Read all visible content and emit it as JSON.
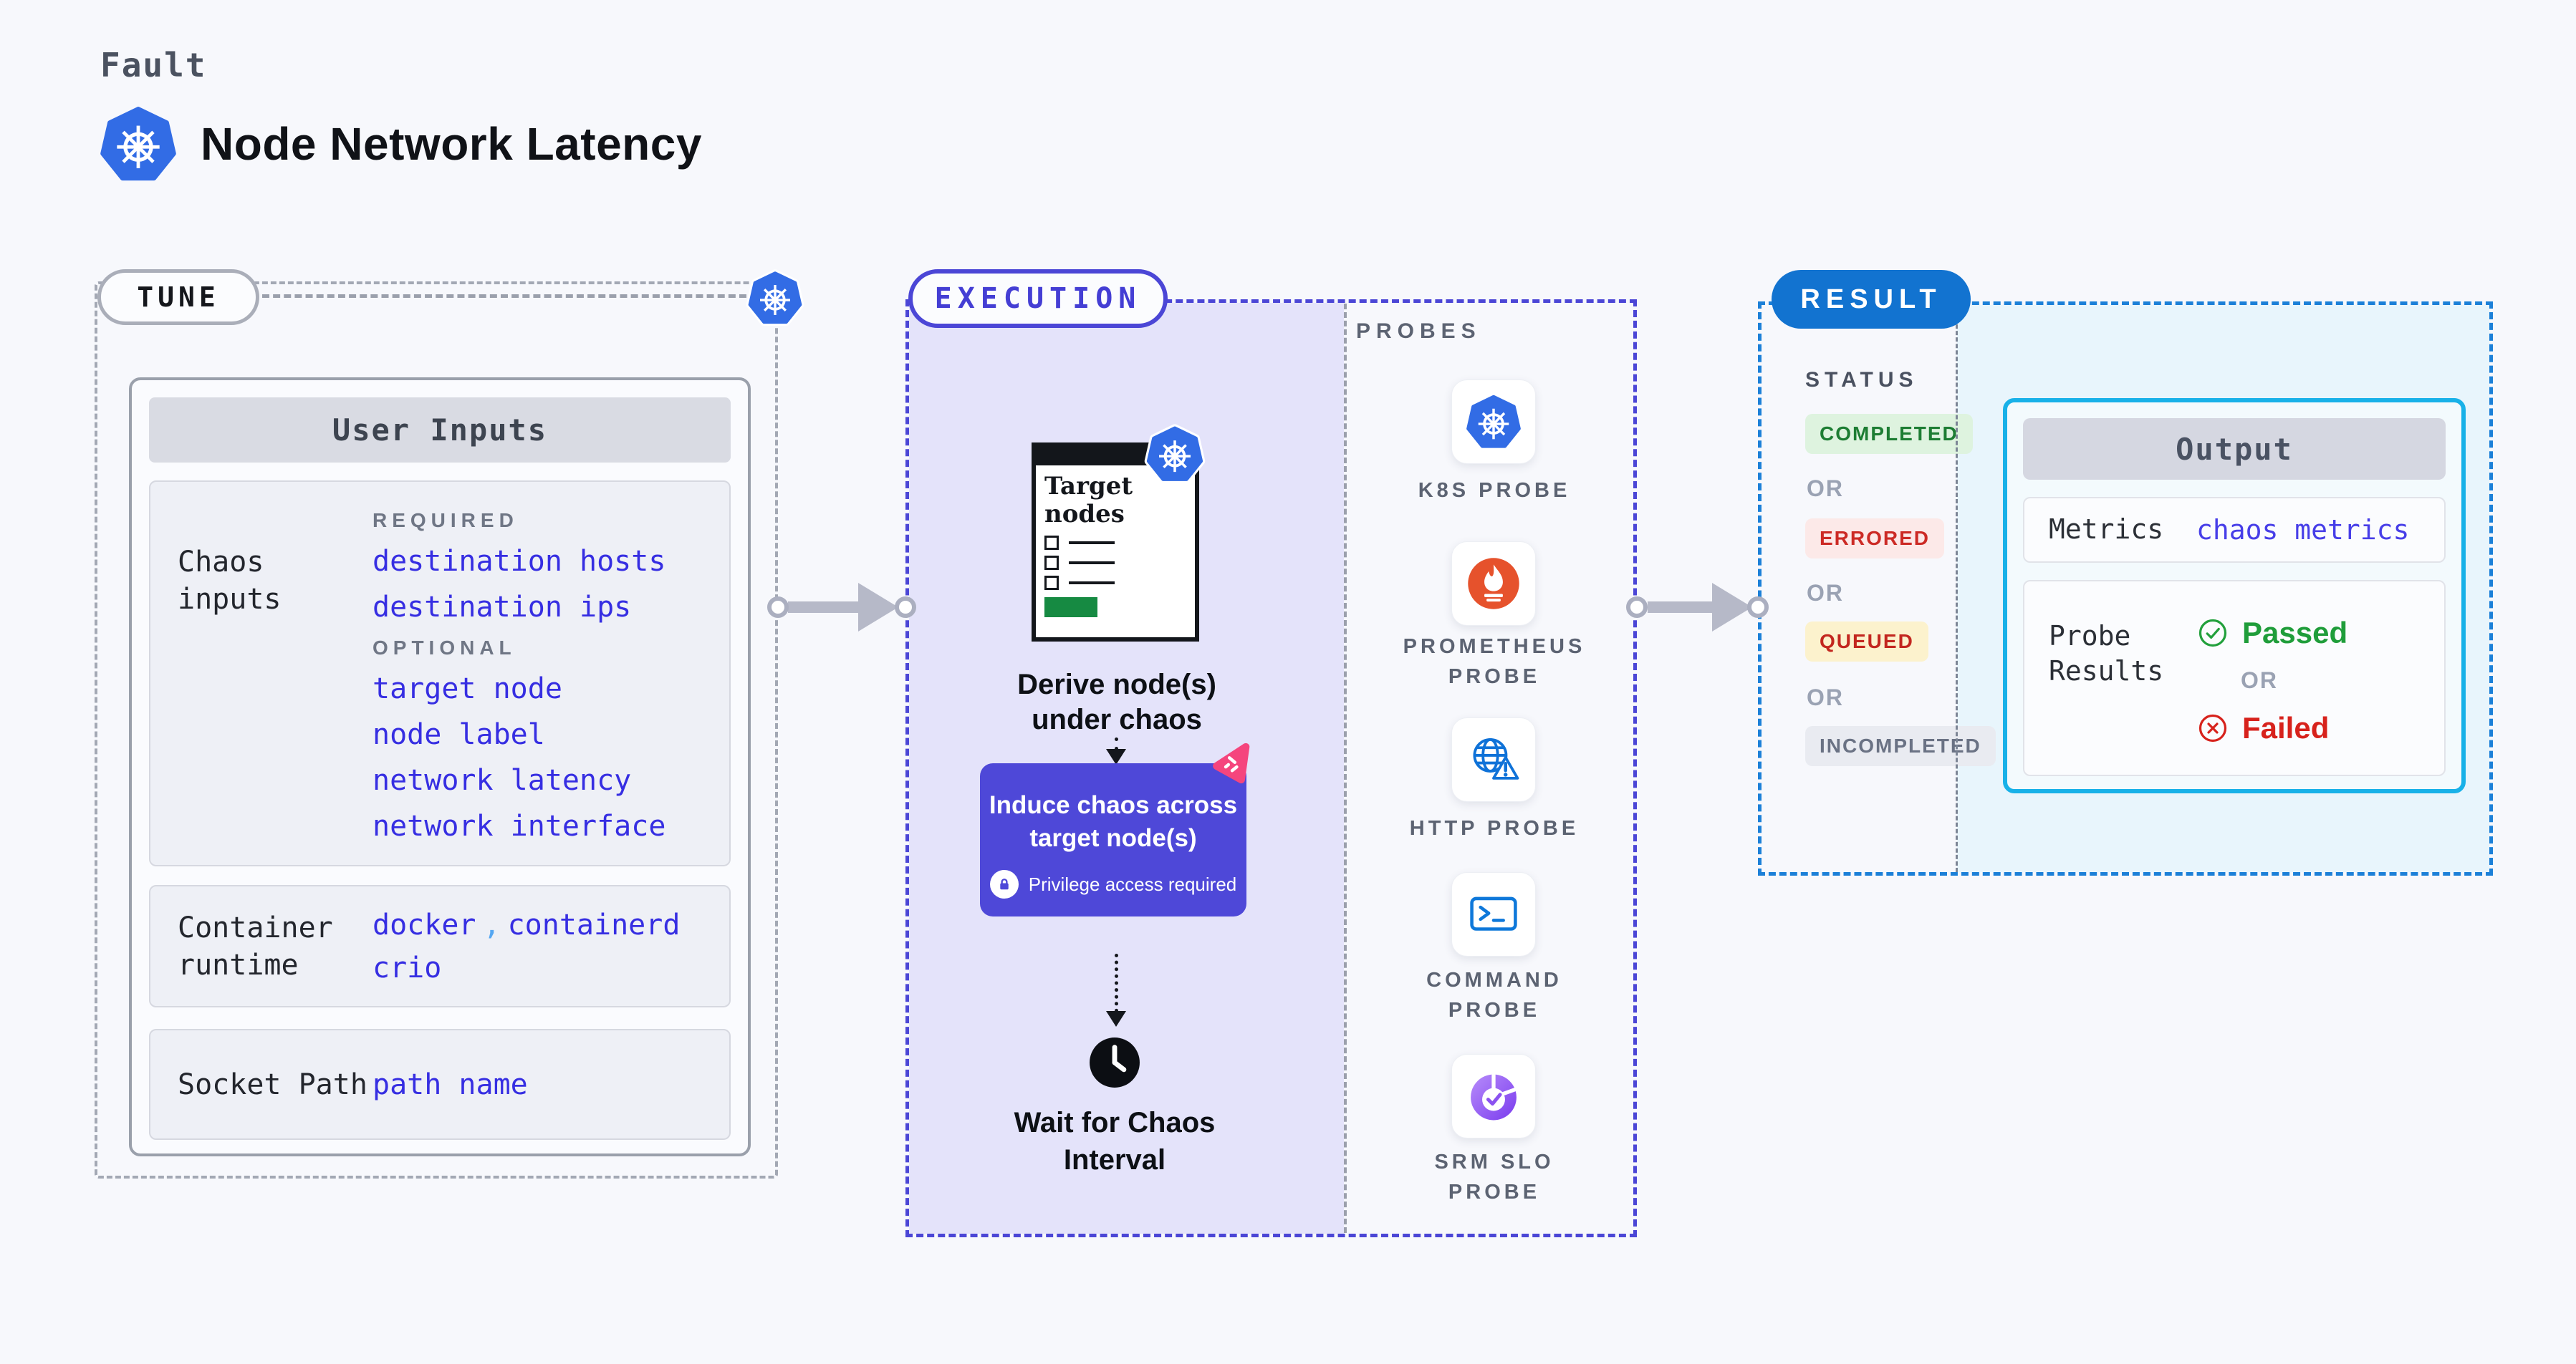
{
  "page": {
    "kicker": "Fault",
    "title": "Node Network Latency"
  },
  "tune": {
    "label": "TUNE",
    "user_inputs": {
      "header": "User Inputs",
      "chaos_row": {
        "label": "Chaos inputs",
        "required_heading": "REQUIRED",
        "required_items": [
          "destination hosts",
          "destination ips"
        ],
        "optional_heading": "OPTIONAL",
        "optional_items": [
          "target node",
          "node label",
          "network latency",
          "network interface"
        ]
      },
      "runtime_row": {
        "label": "Container runtime",
        "values": [
          "docker",
          "containerd",
          "crio"
        ],
        "separator": ","
      },
      "socket_row": {
        "label": "Socket Path",
        "value": "path name"
      }
    }
  },
  "execution": {
    "label": "EXECUTION",
    "target_card_title": "Target nodes",
    "derive_label": "Derive node(s) under chaos",
    "induce_label": "Induce chaos across target node(s)",
    "privilege_note": "Privilege access required",
    "wait_label": "Wait for Chaos Interval"
  },
  "probes": {
    "heading": "PROBES",
    "items": [
      {
        "label": "K8S PROBE",
        "icon": "k8s-icon"
      },
      {
        "label": "PROMETHEUS PROBE",
        "icon": "prometheus-icon"
      },
      {
        "label": "HTTP PROBE",
        "icon": "http-icon"
      },
      {
        "label": "COMMAND PROBE",
        "icon": "command-icon"
      },
      {
        "label": "SRM SLO PROBE",
        "icon": "srm-slo-icon"
      }
    ]
  },
  "result": {
    "label": "RESULT",
    "status_heading": "STATUS",
    "or_label": "OR",
    "statuses": [
      {
        "label": "COMPLETED",
        "type": "completed"
      },
      {
        "label": "ERRORED",
        "type": "errored"
      },
      {
        "label": "QUEUED",
        "type": "queued"
      },
      {
        "label": "INCOMPLETED",
        "type": "incompleted"
      }
    ],
    "output": {
      "header": "Output",
      "metrics_label": "Metrics",
      "metrics_value": "chaos metrics",
      "probe_results_label": "Probe Results",
      "passed_label": "Passed",
      "or_label": "OR",
      "failed_label": "Failed"
    }
  },
  "colors": {
    "kubernetes_blue": "#326ce5",
    "execution_indigo": "#4b46d6",
    "execution_bg_lavender": "#e4e3fa",
    "chaos_step_indigo": "#4e48d8",
    "litmus_pink": "#f5457d",
    "result_blue": "#1273d0",
    "result_bg_cyan": "#e8f5fc",
    "output_border_cyan": "#18b1e8",
    "link_blue": "#362ee2",
    "comma_blue": "#55a7f2",
    "passed_green": "#1f9d3a",
    "failed_red": "#d7221c",
    "prometheus_orange": "#e6522c",
    "completed_green": "#1d7d33",
    "errored_red": "#cc2a25",
    "queued_red": "#c3271f",
    "green_button": "#168a42"
  }
}
